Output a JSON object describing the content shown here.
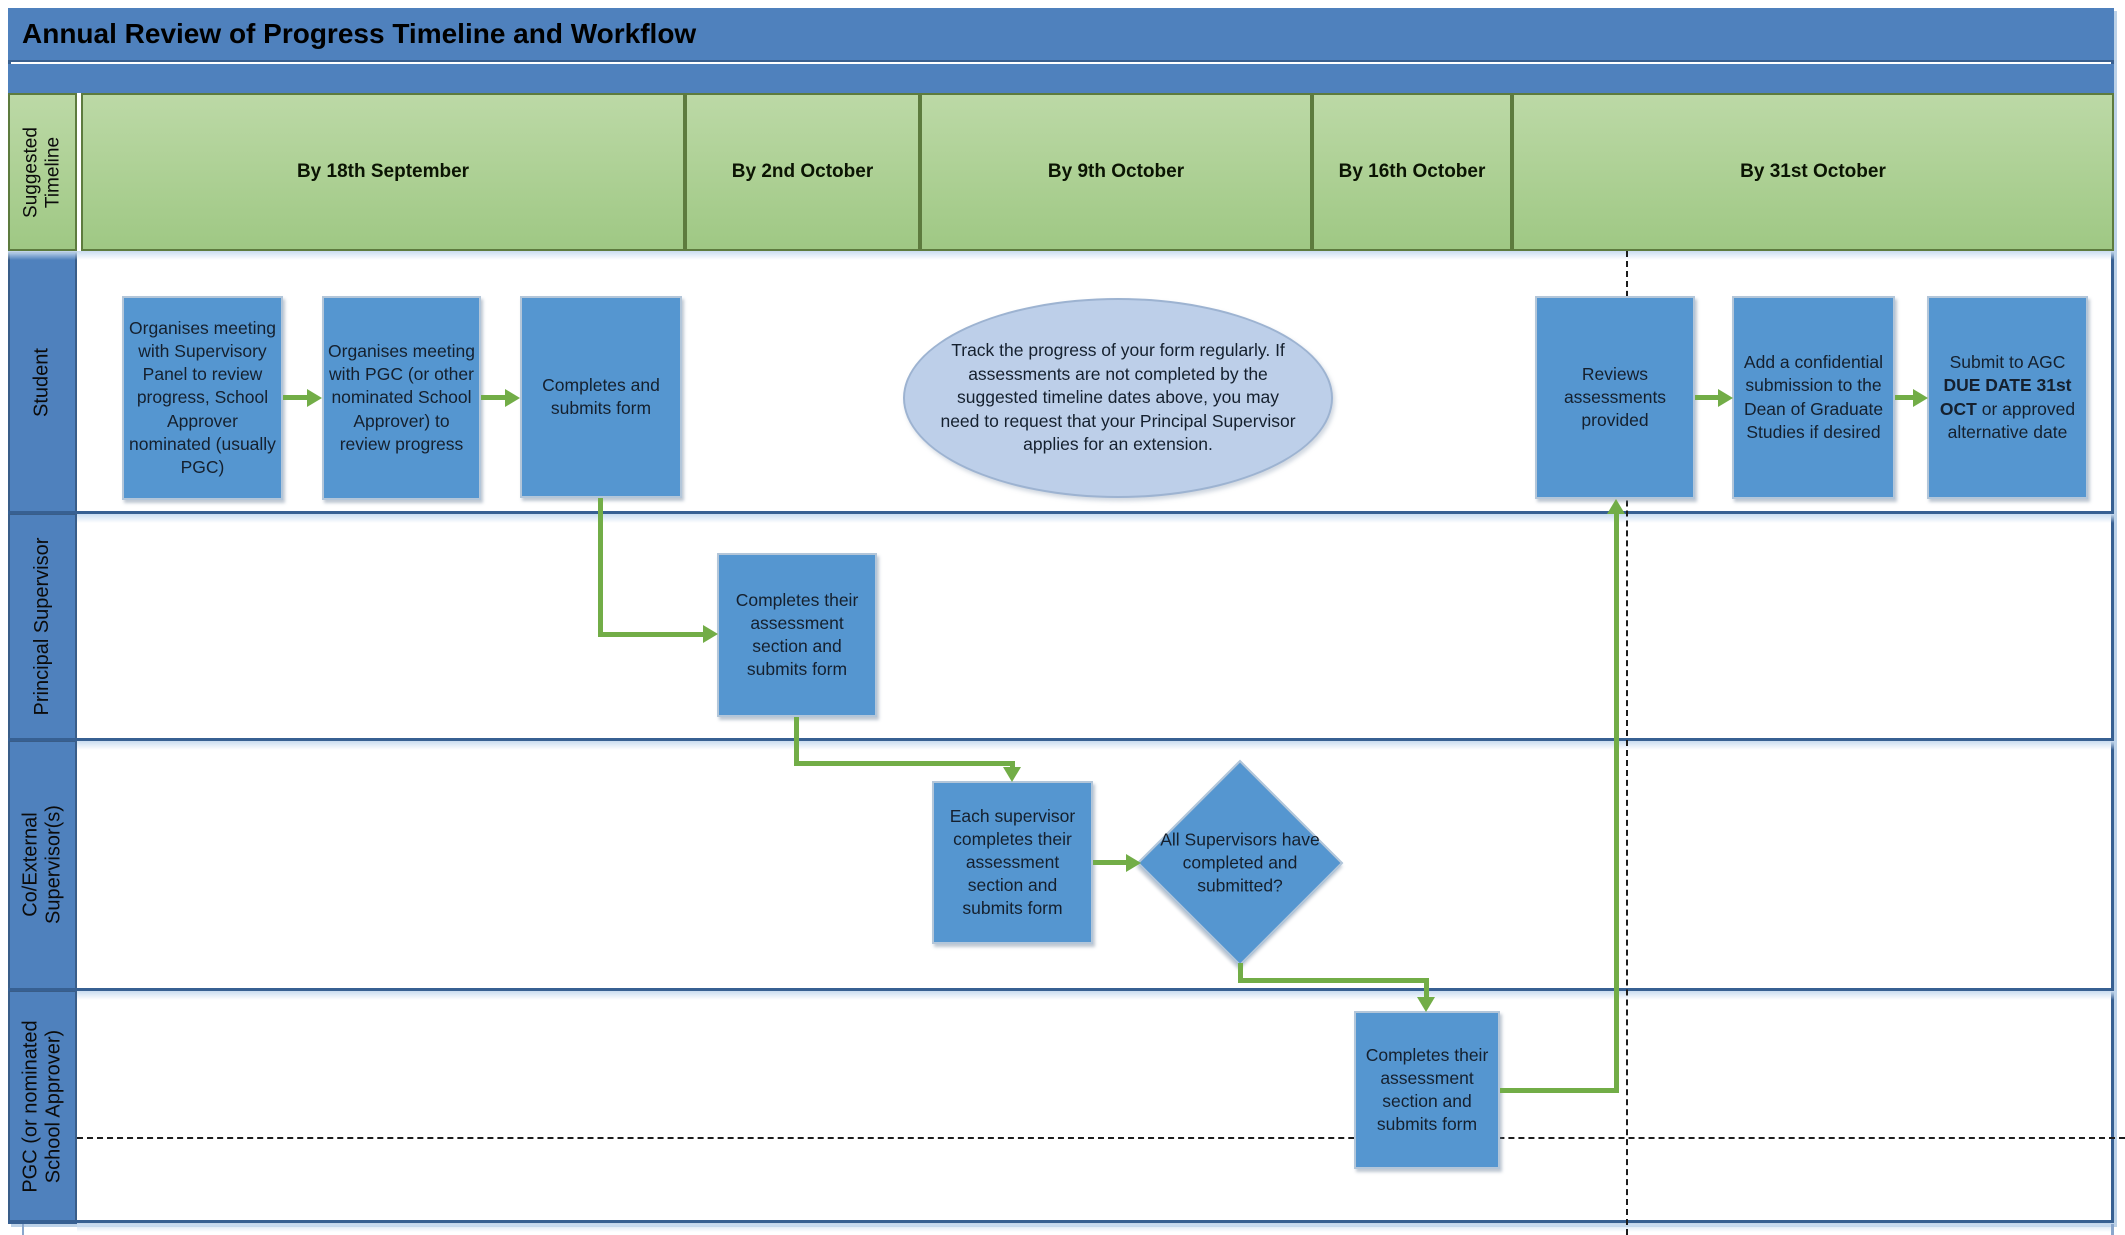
{
  "title": "Annual Review of Progress Timeline and Workflow",
  "timeline": {
    "row_label": "Suggested\nTimeline",
    "columns": [
      "By 18th September",
      "By 2nd October",
      "By 9th October",
      "By 16th October",
      "By 31st October"
    ]
  },
  "lanes": {
    "student": "Student",
    "principal_supervisor": "Principal Supervisor",
    "co_external": "Co/External\nSupervisor(s)",
    "pgc": "PGC (or nominated\nSchool Approver)"
  },
  "nodes": {
    "organise_panel": "Organises meeting with Supervisory Panel to review progress, School Approver nominated (usually PGC)",
    "organise_pgc": "Organises meeting with PGC (or other nominated School Approver) to review progress",
    "completes_submits": "Completes and submits form",
    "note": "Track the progress of your form regularly. If assessments are not completed by the suggested timeline dates above, you may need to request that your Principal Supervisor applies for an extension.",
    "reviews": "Reviews assessments provided",
    "confidential": "Add a confidential submission to the Dean of Graduate Studies if desired",
    "submit_pre": "Submit to AGC ",
    "submit_bold": "DUE DATE 31st OCT",
    "submit_post": " or approved alternative date",
    "ps_assessment": "Completes their assessment section and submits form",
    "coext_assessment": "Each supervisor completes their assessment section and submits form",
    "decision": "All Supervisors have completed and submitted?",
    "pgc_assessment": "Completes their assessment section and submits form"
  },
  "colors": {
    "header_blue": "#4f81bd",
    "timeline_green": "#a6cd8e",
    "box_blue": "#5596d0",
    "note_blue": "#bdcfe9",
    "arrow_green": "#72ad47",
    "frame_blue": "#376092"
  }
}
